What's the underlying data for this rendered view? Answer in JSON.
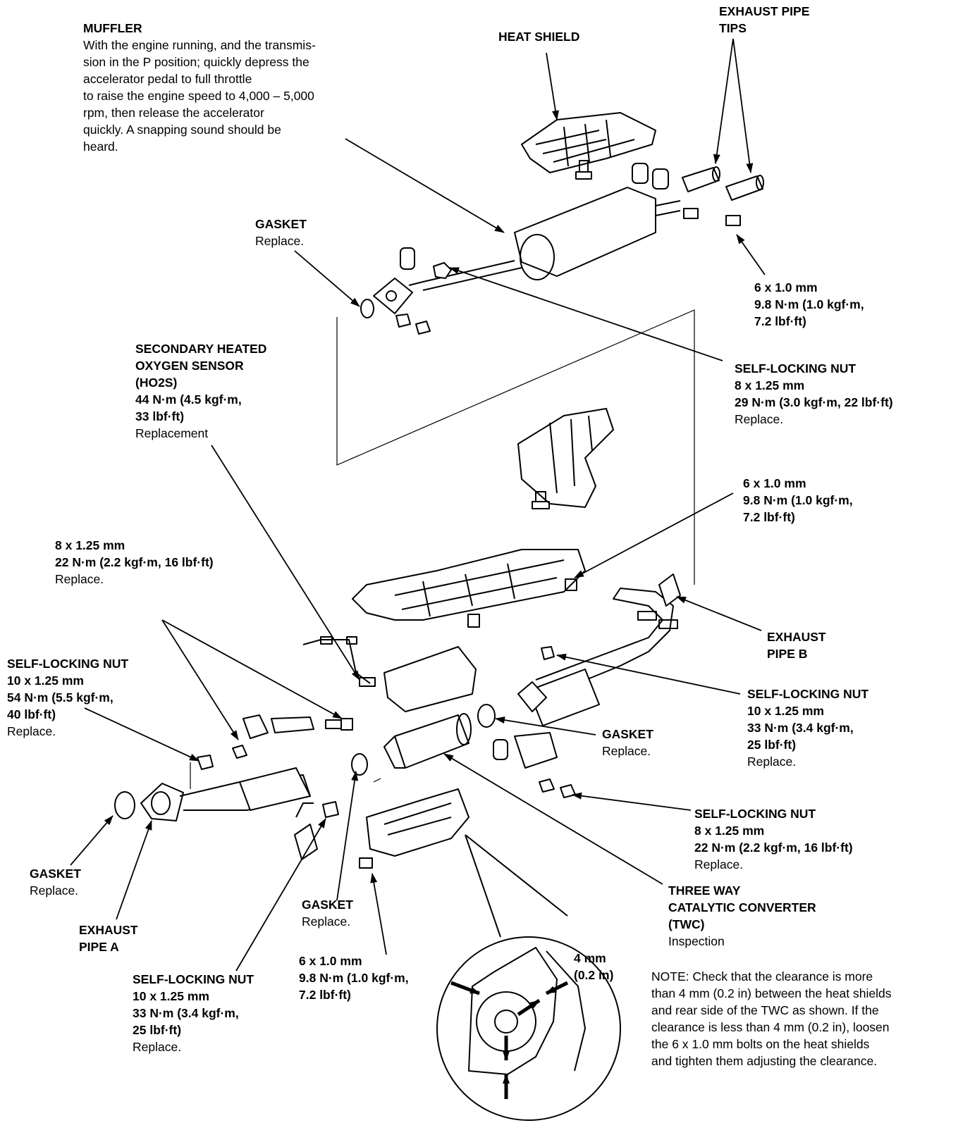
{
  "labels": {
    "muffler": {
      "heading": "MUFFLER",
      "lines": [
        "With the engine running, and the transmis-",
        "sion in the P position; quickly depress the",
        "accelerator pedal to full throttle",
        "to raise the engine speed to 4,000 – 5,000",
        "rpm, then release the accelerator",
        "quickly. A snapping sound should be",
        "heard."
      ]
    },
    "heat_shield": {
      "heading": "HEAT SHIELD"
    },
    "exhaust_tips": {
      "heading_1": "EXHAUST PIPE",
      "heading_2": "TIPS"
    },
    "gasket_top": {
      "heading": "GASKET",
      "note": "Replace."
    },
    "bolt_tips": {
      "l1": "6 x 1.0 mm",
      "l2": "9.8 N·m (1.0 kgf·m,",
      "l3": "7.2 lbf·ft)"
    },
    "ho2s": {
      "l1": "SECONDARY HEATED",
      "l2": "OXYGEN SENSOR",
      "l3": "(HO2S)",
      "l4": "44 N·m (4.5 kgf·m,",
      "l5": "33 lbf·ft)",
      "l6": "Replacement"
    },
    "nut_8_top": {
      "l1": "SELF-LOCKING NUT",
      "l2": "8 x 1.25 mm",
      "l3": "29 N·m (3.0 kgf·m, 22 lbf·ft)",
      "l4": "Replace."
    },
    "bolt_shield": {
      "l1": "6 x 1.0 mm",
      "l2": "9.8 N·m (1.0 kgf·m,",
      "l3": "7.2 lbf·ft)"
    },
    "bolt_8": {
      "l1": "8 x 1.25 mm",
      "l2": "22 N·m (2.2 kgf·m, 16 lbf·ft)",
      "l3": "Replace."
    },
    "pipe_b": {
      "l1": "EXHAUST",
      "l2": "PIPE B"
    },
    "nut_10_left": {
      "l1": "SELF-LOCKING NUT",
      "l2": "10 x 1.25 mm",
      "l3": "54 N·m (5.5 kgf·m,",
      "l4": "40 lbf·ft)",
      "l5": "Replace."
    },
    "nut_10_right": {
      "l1": "SELF-LOCKING NUT",
      "l2": "10 x 1.25 mm",
      "l3": "33 N·m (3.4 kgf·m,",
      "l4": "25 lbf·ft)",
      "l5": "Replace."
    },
    "gasket_mid": {
      "heading": "GASKET",
      "note": "Replace."
    },
    "nut_8_bottom": {
      "l1": "SELF-LOCKING NUT",
      "l2": "8 x 1.25 mm",
      "l3": "22 N·m (2.2 kgf·m, 16 lbf·ft)",
      "l4": "Replace."
    },
    "gasket_left": {
      "heading": "GASKET",
      "note": "Replace."
    },
    "twc": {
      "l1": "THREE WAY",
      "l2": "CATALYTIC CONVERTER",
      "l3": "(TWC)",
      "l4": "Inspection"
    },
    "pipe_a": {
      "l1": "EXHAUST",
      "l2": "PIPE A"
    },
    "gasket_bottom": {
      "heading": "GASKET",
      "note": "Replace."
    },
    "bolt_bottom": {
      "l1": "6 x 1.0 mm",
      "l2": "9.8 N·m (1.0 kgf·m,",
      "l3": "7.2 lbf·ft)"
    },
    "nut_10_bottom": {
      "l1": "SELF-LOCKING NUT",
      "l2": "10 x 1.25 mm",
      "l3": "33 N·m (3.4 kgf·m,",
      "l4": "25 lbf·ft)",
      "l5": "Replace."
    },
    "clearance": {
      "l1": "4 mm",
      "l2": "(0.2 in)"
    },
    "note": {
      "lines": [
        "NOTE:  Check that the clearance is more",
        "than 4 mm (0.2 in) between the heat shields",
        "and rear side of the TWC as shown. If the",
        "clearance is less than 4 mm (0.2 in), loosen",
        "the 6 x 1.0 mm bolts on the heat shields",
        "and tighten them adjusting the clearance."
      ]
    }
  }
}
